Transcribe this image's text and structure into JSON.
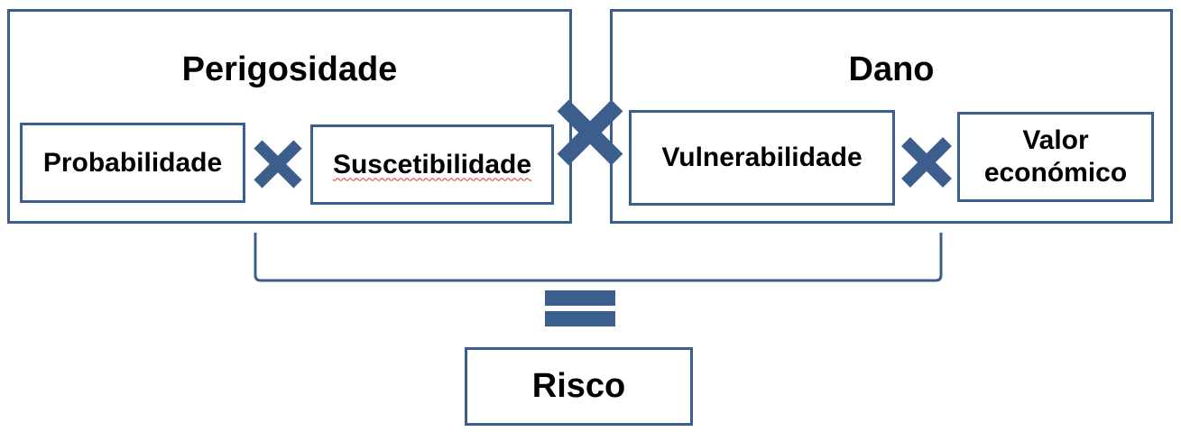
{
  "groups": {
    "perigosidade": {
      "title": "Perigosidade",
      "left_label": "Probabilidade",
      "right_label": "Suscetibilidade"
    },
    "dano": {
      "title": "Dano",
      "left_label": "Vulnerabilidade",
      "right_label_line1": "Valor",
      "right_label_line2": "económico"
    }
  },
  "result": {
    "label": "Risco"
  },
  "colors": {
    "border": "#3b5e8c",
    "operator": "#3b5e8c",
    "spellcheck": "#e03030"
  },
  "operators": [
    "multiply-icon",
    "multiply-icon",
    "multiply-icon",
    "equals-icon"
  ]
}
